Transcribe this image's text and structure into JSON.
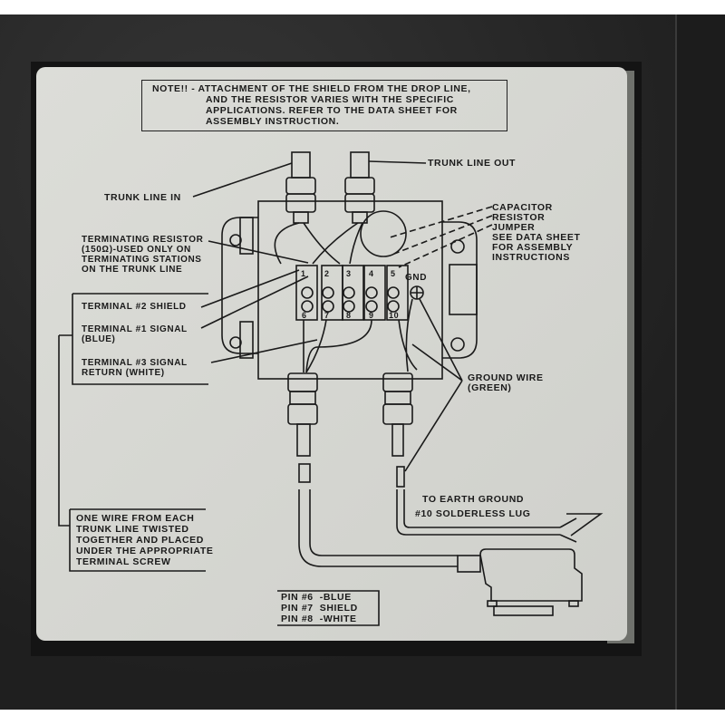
{
  "note": {
    "lines": [
      "NOTE!! - ATTACHMENT OF THE SHIELD FROM THE DROP LINE,",
      "AND THE RESISTOR VARIES WITH THE SPECIFIC",
      "APPLICATIONS. REFER TO THE DATA SHEET FOR",
      "ASSEMBLY INSTRUCTION."
    ]
  },
  "labels": {
    "trunk_line_in": "TRUNK LINE IN",
    "trunk_line_out": "TRUNK LINE OUT",
    "terminating_resistor": [
      "TERMINATING RESISTOR",
      "(150Ω)-USED ONLY ON",
      "TERMINATING STATIONS",
      "ON THE TRUNK LINE"
    ],
    "components": [
      "CAPACITOR",
      "RESISTOR",
      "JUMPER",
      "SEE DATA SHEET",
      "FOR ASSEMBLY",
      "INSTRUCTIONS"
    ],
    "terminal_2": "TERMINAL #2 SHIELD",
    "terminal_1": [
      "TERMINAL #1 SIGNAL",
      "(BLUE)"
    ],
    "terminal_3": [
      "TERMINAL #3 SIGNAL",
      "RETURN (WHITE)"
    ],
    "ground_wire": [
      "GROUND WIRE",
      "(GREEN)"
    ],
    "gnd": "GND",
    "twisted_note": [
      "ONE WIRE FROM EACH",
      "TRUNK LINE TWISTED",
      "TOGETHER AND PLACED",
      "UNDER THE APPROPRIATE",
      "TERMINAL SCREW"
    ],
    "earth_ground": [
      "TO EARTH GROUND",
      "#10 SOLDERLESS LUG"
    ],
    "pins": [
      "PIN #6  -BLUE",
      "PIN #7  SHIELD",
      "PIN #8  -WHITE"
    ]
  },
  "terminal_block": {
    "top_numbers": [
      "1",
      "2",
      "3",
      "4",
      "5"
    ],
    "bottom_numbers": [
      "6",
      "7",
      "8",
      "9",
      "10"
    ]
  },
  "colors": {
    "panel": "#2a2a2a",
    "label_bg": "#d6d7d2",
    "ink": "#1a1a1a"
  }
}
